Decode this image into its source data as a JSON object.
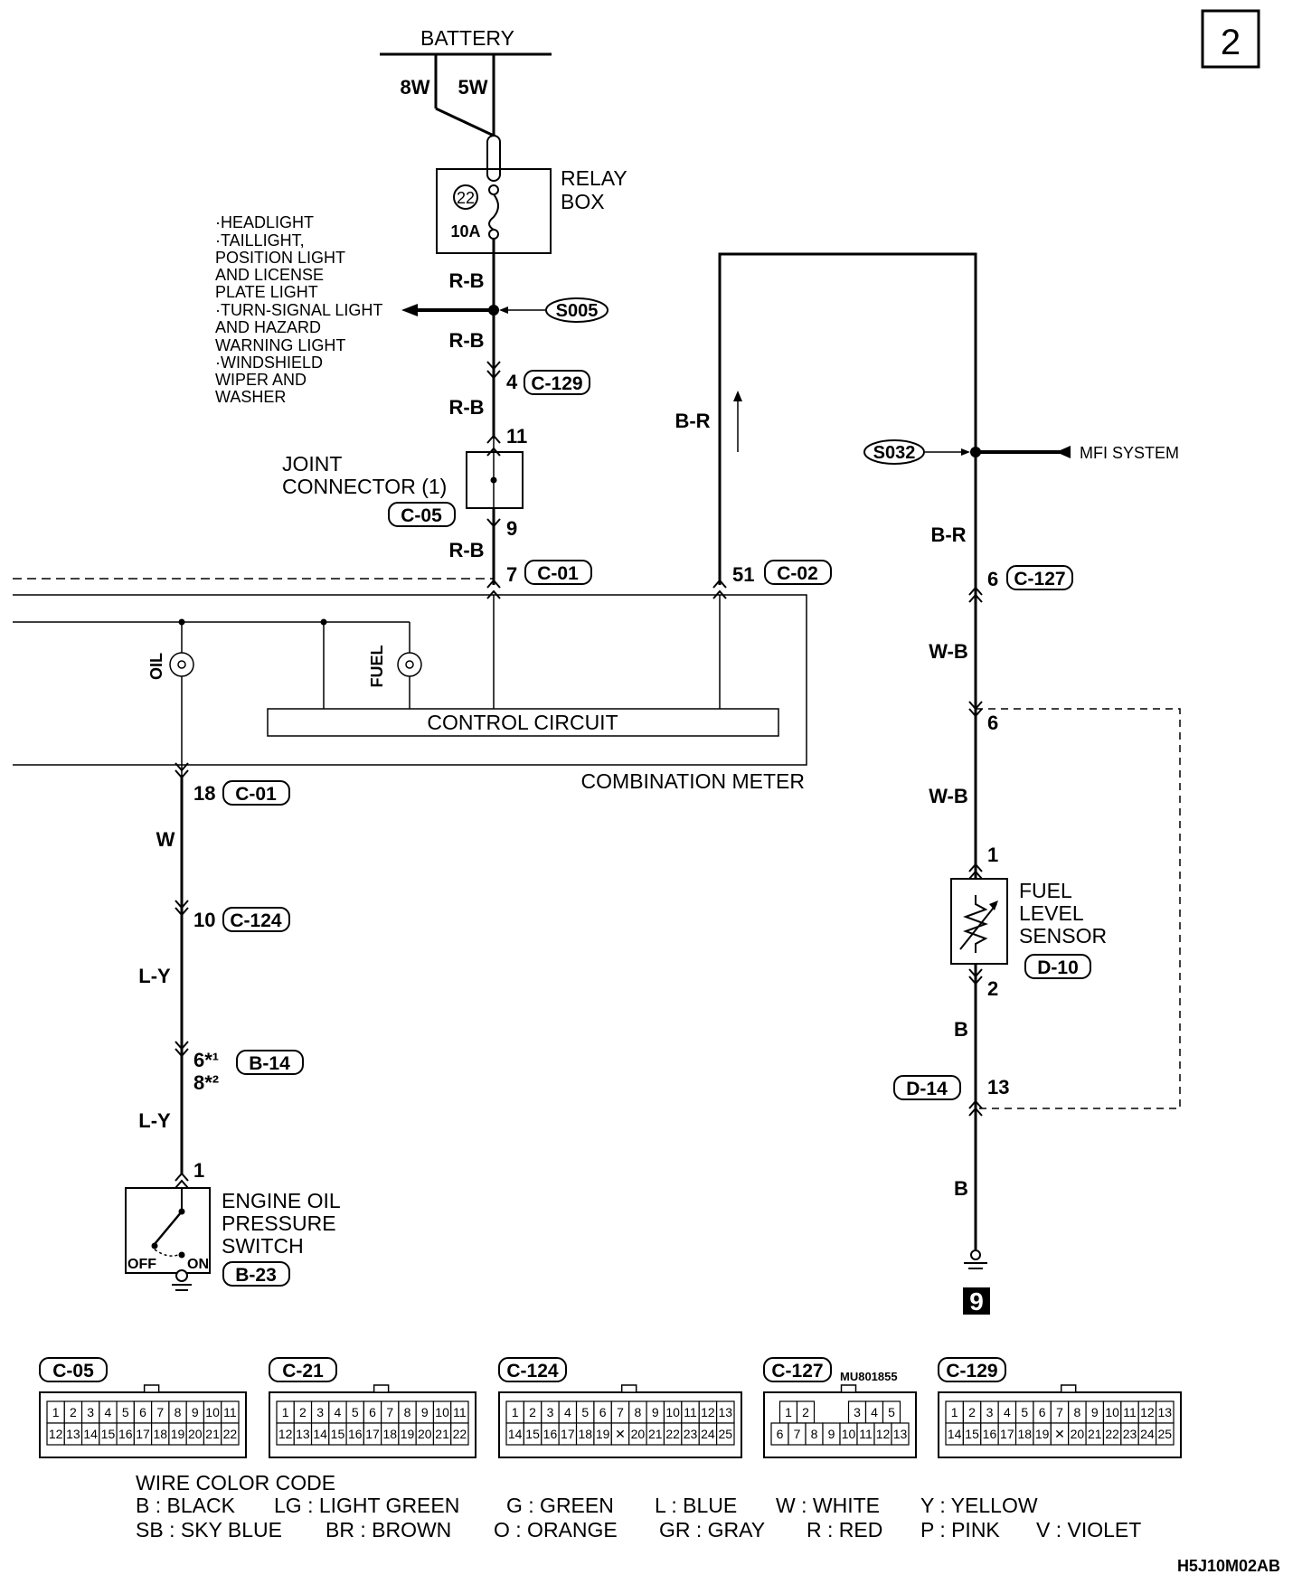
{
  "page_number": "2",
  "battery": {
    "label": "BATTERY",
    "fuse_8w": "8W",
    "fuse_5w": "5W"
  },
  "relay_box": {
    "label_line1": "RELAY",
    "label_line2": "BOX",
    "fuse_number": "22",
    "fuse_rating": "10A"
  },
  "side_loads": [
    "·HEADLIGHT",
    "·TAILLIGHT,",
    " POSITION LIGHT",
    " AND LICENSE",
    " PLATE LIGHT",
    "·TURN-SIGNAL LIGHT",
    " AND HAZARD",
    " WARNING LIGHT",
    "·WINDSHIELD",
    " WIPER AND",
    " WASHER"
  ],
  "splices": {
    "s005": "S005",
    "s032": "S032"
  },
  "mfi_system": "MFI SYSTEM",
  "joint_connector": {
    "line1": "JOINT",
    "line2": "CONNECTOR (1)",
    "tag": "C-05"
  },
  "wire_colors": {
    "rb": "R-B",
    "br": "B-R",
    "wb": "W-B",
    "w": "W",
    "ly": "L-Y",
    "b": "B"
  },
  "pins": {
    "p4": "4",
    "p11": "11",
    "p9": "9",
    "p7": "7",
    "p51": "51",
    "p18": "18",
    "p10": "10",
    "p6a": "6*¹",
    "p8b": "8*²",
    "p1": "1",
    "p6": "6",
    "p6b": "6",
    "p1b": "1",
    "p2": "2",
    "p13": "13"
  },
  "connector_tags": {
    "c129": "C-129",
    "c01": "C-01",
    "c02": "C-02",
    "c01b": "C-01",
    "c124": "C-124",
    "b14": "B-14",
    "b23": "B-23",
    "c127": "C-127",
    "d10": "D-10",
    "d14": "D-14"
  },
  "combination_meter": {
    "label": "COMBINATION METER",
    "control_circuit": "CONTROL CIRCUIT",
    "oil": "OIL",
    "fuel": "FUEL"
  },
  "oil_switch": {
    "line1": "ENGINE OIL",
    "line2": "PRESSURE",
    "line3": "SWITCH",
    "off": "OFF",
    "on": "ON"
  },
  "fuel_sensor": {
    "line1": "FUEL",
    "line2": "LEVEL",
    "line3": "SENSOR"
  },
  "ground_ref": "9",
  "connector_views": [
    {
      "tag": "C-05",
      "top": [
        "1",
        "2",
        "3",
        "4",
        "5",
        "6",
        "7",
        "8",
        "9",
        "10",
        "11"
      ],
      "bottom": [
        "12",
        "13",
        "14",
        "15",
        "16",
        "17",
        "18",
        "19",
        "20",
        "21",
        "22"
      ]
    },
    {
      "tag": "C-21",
      "top": [
        "1",
        "2",
        "3",
        "4",
        "5",
        "6",
        "7",
        "8",
        "9",
        "10",
        "11"
      ],
      "bottom": [
        "12",
        "13",
        "14",
        "15",
        "16",
        "17",
        "18",
        "19",
        "20",
        "21",
        "22"
      ]
    },
    {
      "tag": "C-124",
      "top": [
        "1",
        "2",
        "3",
        "4",
        "5",
        "6",
        "7",
        "8",
        "9",
        "10",
        "11",
        "12",
        "13"
      ],
      "bottom": [
        "14",
        "15",
        "16",
        "17",
        "18",
        "19",
        "✕",
        "20",
        "21",
        "22",
        "23",
        "24",
        "25"
      ]
    },
    {
      "tag": "C-127",
      "part": "MU801855",
      "top": [
        "1",
        "2",
        "",
        "",
        "3",
        "4",
        "5"
      ],
      "bottom": [
        "6",
        "7",
        "8",
        "9",
        "10",
        "11",
        "12",
        "13"
      ]
    },
    {
      "tag": "C-129",
      "top": [
        "1",
        "2",
        "3",
        "4",
        "5",
        "6",
        "7",
        "8",
        "9",
        "10",
        "11",
        "12",
        "13"
      ],
      "bottom": [
        "14",
        "15",
        "16",
        "17",
        "18",
        "19",
        "✕",
        "20",
        "21",
        "22",
        "23",
        "24",
        "25"
      ]
    }
  ],
  "color_code": {
    "title": "WIRE COLOR CODE",
    "row1": [
      "B : BLACK",
      "LG : LIGHT GREEN",
      "G : GREEN",
      "L : BLUE",
      "W : WHITE",
      "Y : YELLOW"
    ],
    "row2": [
      "SB : SKY BLUE",
      "BR : BROWN",
      "O : ORANGE",
      "GR : GRAY",
      "R : RED",
      "P : PINK",
      "V : VIOLET"
    ]
  },
  "figure_code": "H5J10M02AB"
}
